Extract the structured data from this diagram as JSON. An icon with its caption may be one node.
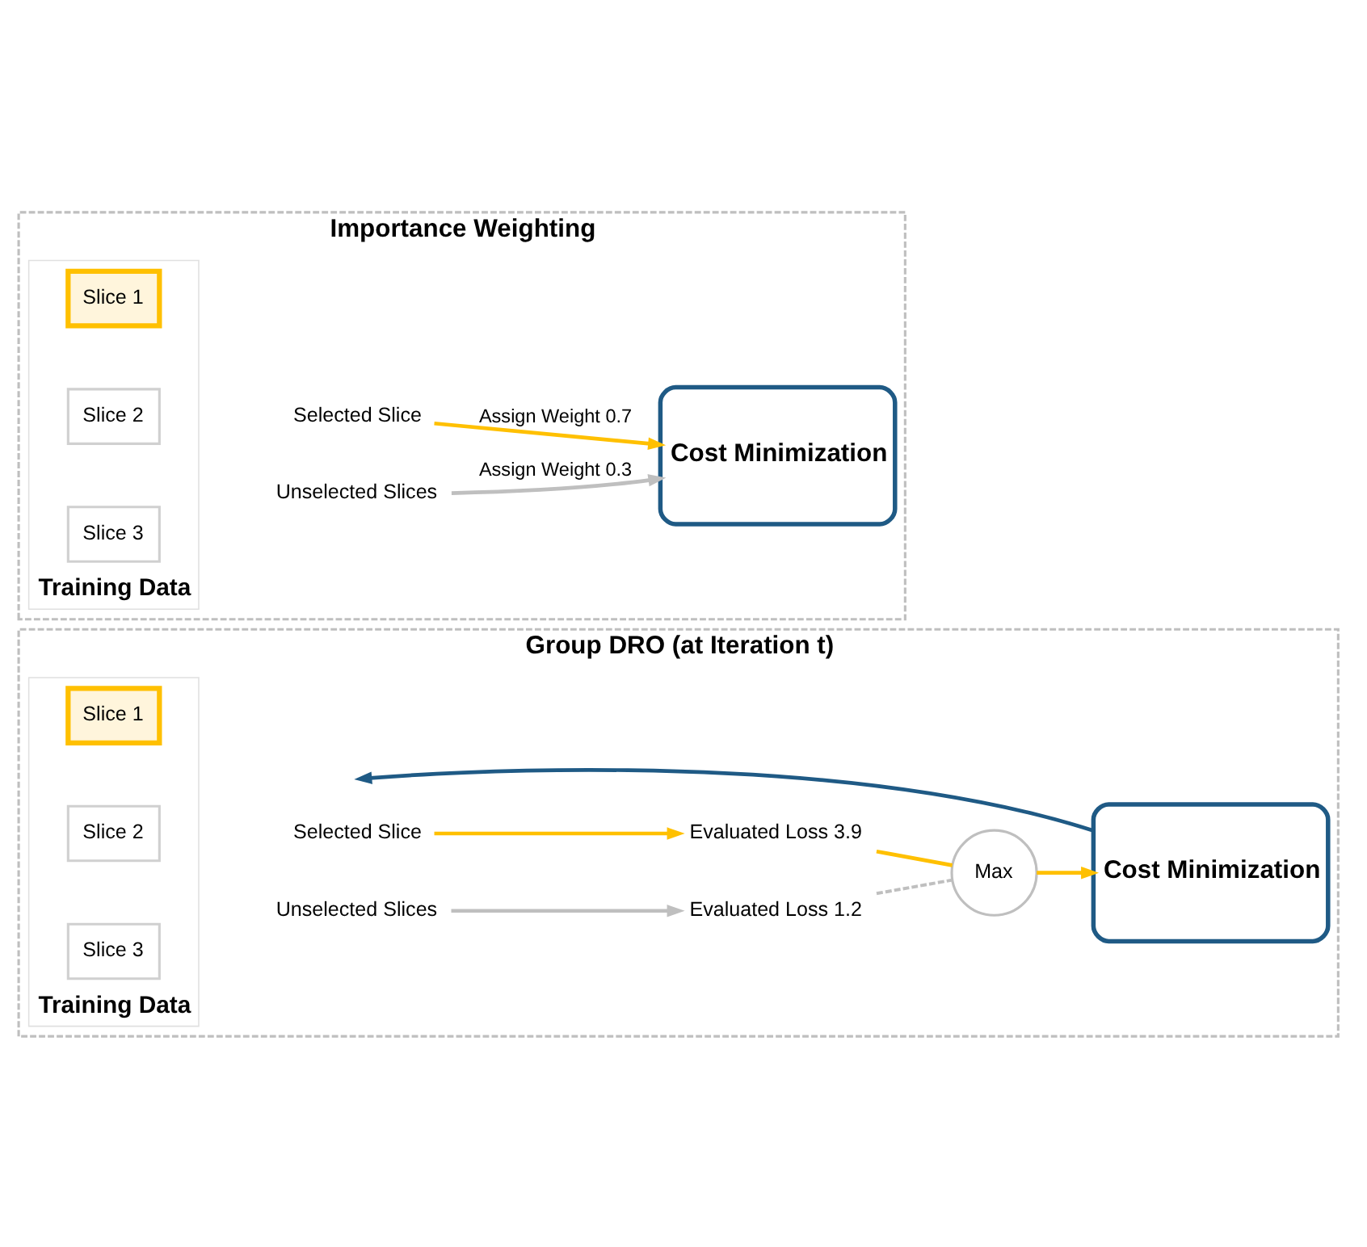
{
  "diagram": {
    "nodes": [
      {
        "text": [
          "Importance Weighting"
        ]
      },
      {
        "text": [
          "Training Data"
        ],
        "in": 0
      },
      {
        "text": [
          "Slice 1"
        ],
        "in": 1
      },
      {
        "text": [
          "Slice 2"
        ],
        "in": 1
      },
      {
        "text": [
          "Slice 3"
        ],
        "in": 1
      },
      {
        "text": [
          "Selected Slice"
        ],
        "in": 0
      },
      {
        "text": [
          "Unselected Slices"
        ],
        "in": 0
      },
      {
        "text": [
          "Cost Minimization"
        ],
        "in": 0
      },
      {
        "text": [
          "Group DRO (at Iteration t)"
        ]
      },
      {
        "text": [
          "Training Data"
        ],
        "in": 8
      },
      {
        "text": [
          "Slice 1"
        ],
        "in": 9
      },
      {
        "text": [
          "Slice 2"
        ],
        "in": 9
      },
      {
        "text": [
          "Slice 3"
        ],
        "in": 9
      },
      {
        "text": [
          "Selected Slice"
        ],
        "in": 8
      },
      {
        "text": [
          "Unselected Slices"
        ],
        "in": 8
      },
      {
        "text": [
          "Evaluated Loss 3.9"
        ],
        "in": 8
      },
      {
        "text": [
          "Evaluated Loss 1.2"
        ],
        "in": 8
      },
      {
        "text": [
          "Max"
        ],
        "in": 8
      },
      {
        "text": [
          "Cost Minimization"
        ],
        "in": 8
      }
    ],
    "edges": [
      {
        "from": 5,
        "to": 7,
        "arrow": "to",
        "label": "Assign Weight 0.7"
      },
      {
        "from": 6,
        "to": 7,
        "arrow": "to",
        "label": "Assign Weight 0.3",
        "color": "#bfbfbf"
      },
      {
        "from": 13,
        "to": 15,
        "arrow": "to"
      },
      {
        "from": 14,
        "to": 16,
        "arrow": "to",
        "color": "#bfbfbf"
      },
      {
        "from": 15,
        "to": 17,
        "arrow": "none"
      },
      {
        "from": 16,
        "to": 17,
        "arrow": "none",
        "style": "dashed",
        "color": "#bfbfbf"
      },
      {
        "from": 17,
        "to": 18,
        "arrow": "to"
      },
      {
        "from": 18,
        "to": null,
        "arrow": "to",
        "color": "#1f5a85"
      }
    ]
  }
}
